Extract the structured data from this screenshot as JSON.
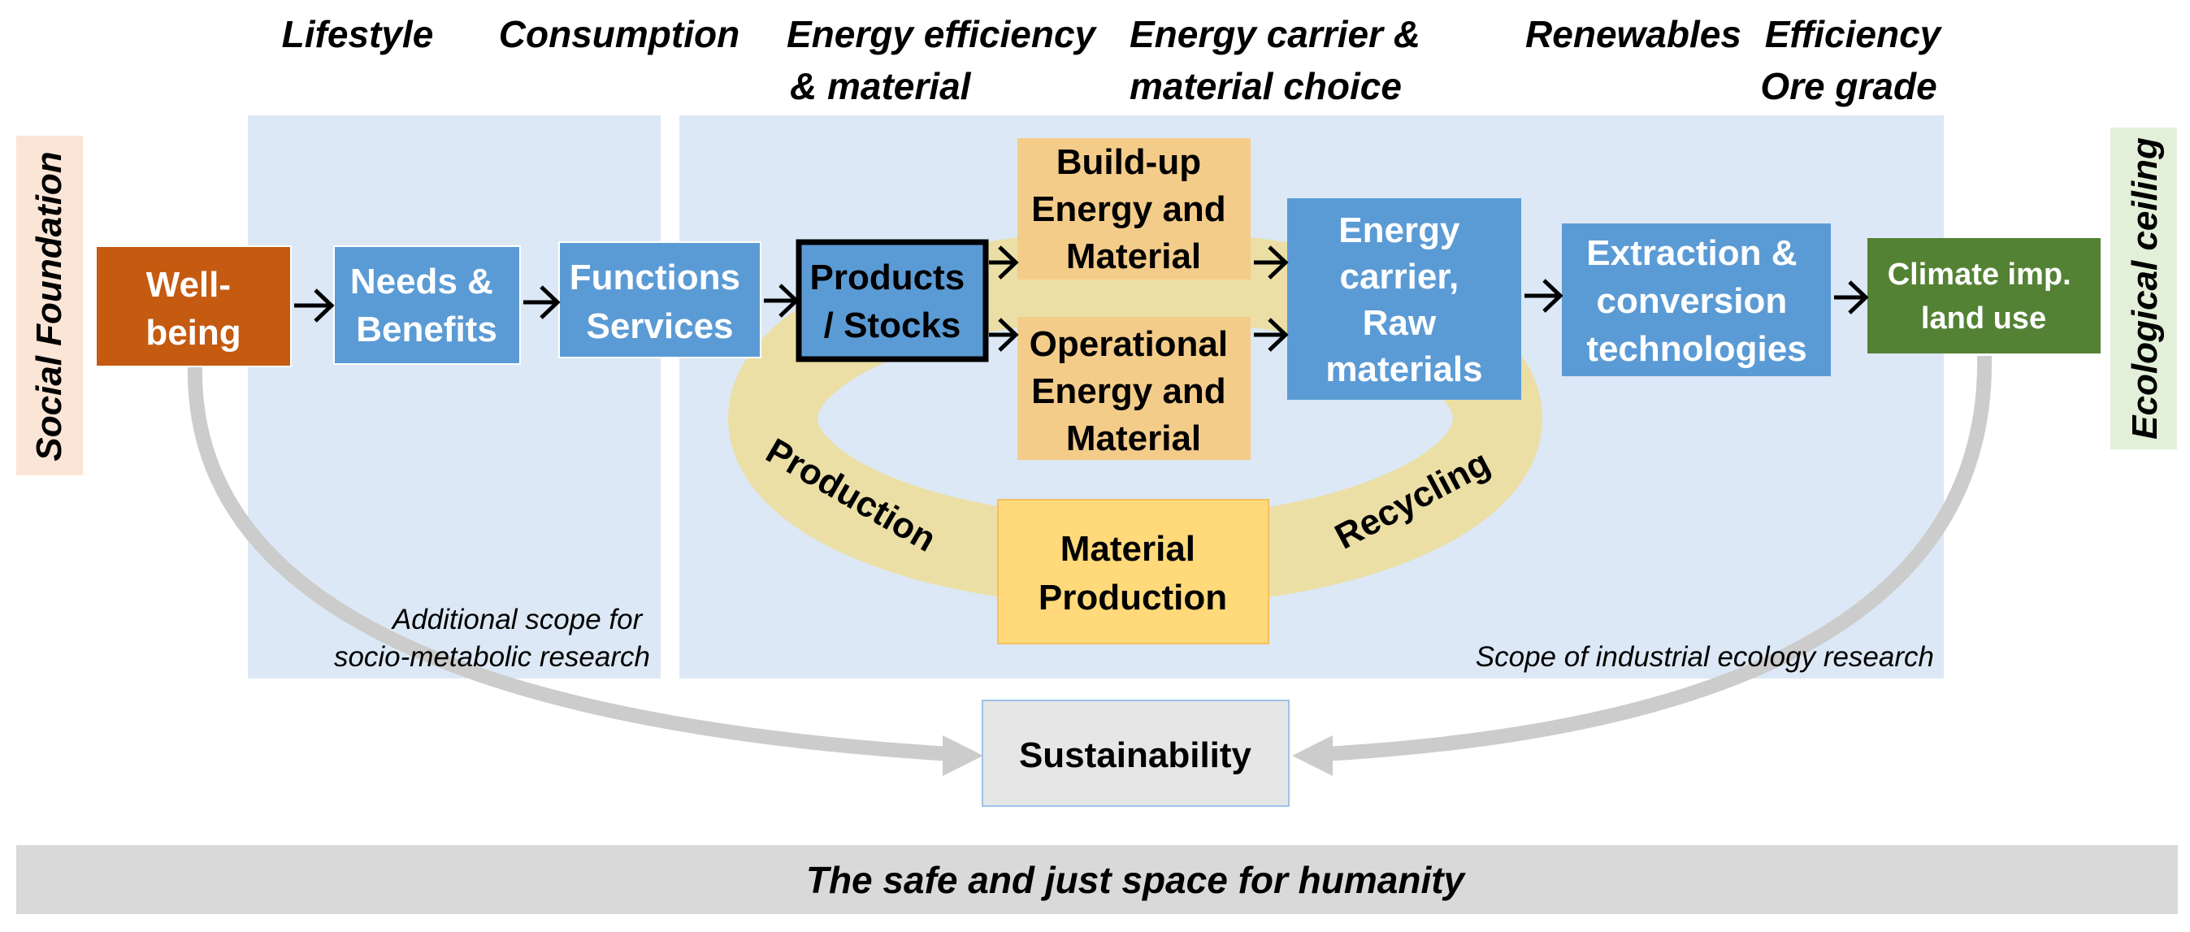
{
  "colors": {
    "scope_bg": "#dce8f5",
    "blue_box": "#5b9bd5",
    "orange_box": "#c55a11",
    "green_box": "#548235",
    "tan_box": "#f4cc8a",
    "yellow_box": "#ffd97a",
    "loop_ring": "#ebdfa6",
    "social_bg": "#fbe5d6",
    "ecological_bg": "#e2f0d9",
    "gray_arc": "#cccccc",
    "gray_box": "#e7e6e6",
    "bottom_bar": "#d9d9d9"
  },
  "headers": {
    "lifestyle": "Lifestyle",
    "consumption": "Consumption",
    "energy_efficiency_1": "Energy efficiency",
    "energy_efficiency_2": "& material",
    "energy_carrier_1": "Energy carrier &",
    "energy_carrier_2": "material choice",
    "renewables": "Renewables",
    "efficiency_1": "Efficiency",
    "efficiency_2": "Ore grade"
  },
  "side_labels": {
    "social": "Social Foundation",
    "ecological": "Ecological ceiling"
  },
  "boxes": {
    "wellbeing": [
      "Well-",
      "being"
    ],
    "needs": [
      "Needs &",
      "Benefits"
    ],
    "functions": [
      "Functions",
      "Services"
    ],
    "products": [
      "Products",
      "/ Stocks"
    ],
    "buildup": [
      "Build-up",
      "Energy and",
      "Material"
    ],
    "operational": [
      "Operational",
      "Energy and",
      "Material"
    ],
    "carrier": [
      "Energy",
      "carrier,",
      "Raw",
      "materials"
    ],
    "extraction": [
      "Extraction &",
      "conversion",
      "technologies"
    ],
    "climate": [
      "Climate imp.",
      "land use"
    ],
    "material_production": [
      "Material",
      "Production"
    ],
    "sustainability": "Sustainability"
  },
  "loop_labels": {
    "production": "Production",
    "recycling": "Recycling"
  },
  "notes": {
    "socio_1": "Additional scope for",
    "socio_2": "socio-metabolic research",
    "industrial": "Scope of industrial ecology research"
  },
  "bottom_bar": "The safe and just space for humanity"
}
